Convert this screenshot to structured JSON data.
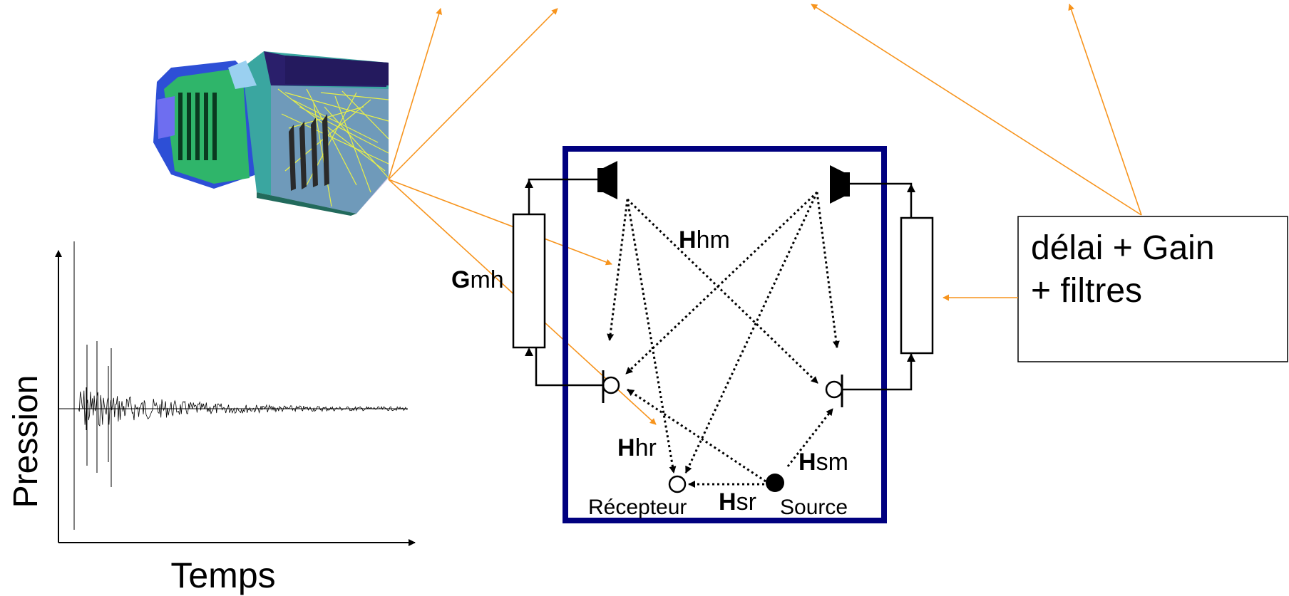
{
  "colors": {
    "accent_arrow": "#f7941d",
    "room_border": "#00007f",
    "ink": "#000000",
    "ceiling": "#2a1f6b",
    "model_green": "#2fb56a",
    "model_blue": "#2d4fd6",
    "model_teal": "#3aa6a0",
    "model_yellow": "#ffff33"
  },
  "labels": {
    "gmh_bold": "G",
    "gmh_rest": "mh",
    "hhm_bold": "H",
    "hhm_rest": "hm",
    "hhr_bold": "H",
    "hhr_rest": "hr",
    "hsm_bold": "H",
    "hsm_rest": "sm",
    "hsr_bold": "H",
    "hsr_rest": "sr",
    "receiver": "Récepteur",
    "source": "Source"
  },
  "processing_box": {
    "line1": "délai + Gain",
    "line2": "+ filtres"
  },
  "impulse_plot": {
    "ylabel": "Pression",
    "xlabel": "Temps"
  },
  "icons": {
    "hall_model": "3d-hall-model-icon",
    "speaker": "loudspeaker-icon",
    "microphone": "microphone-icon",
    "source": "sound-source-icon"
  }
}
